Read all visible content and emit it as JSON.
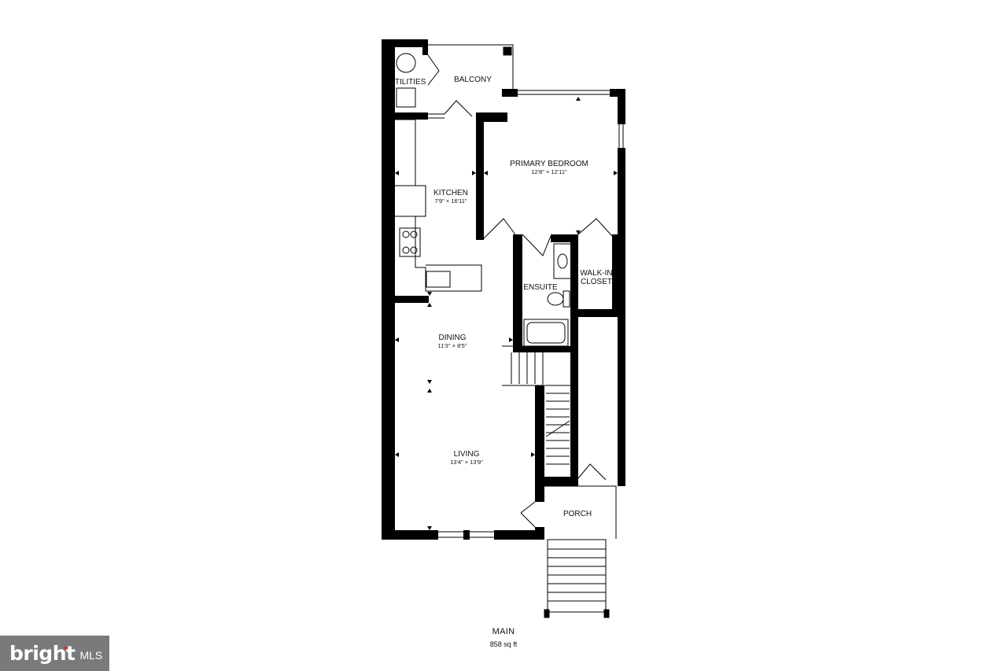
{
  "floor": {
    "name": "MAIN",
    "area": "858 sq ft"
  },
  "rooms": [
    {
      "id": "utilities",
      "name": "UTILITIES",
      "dims": ""
    },
    {
      "id": "balcony",
      "name": "BALCONY",
      "dims": ""
    },
    {
      "id": "primary-bedroom",
      "name": "PRIMARY BEDROOM",
      "dims": "12'8\" × 12'11\""
    },
    {
      "id": "kitchen",
      "name": "KITCHEN",
      "dims": "7'9\" × 16'11\""
    },
    {
      "id": "ensuite",
      "name": "ENSUITE",
      "dims": ""
    },
    {
      "id": "walk-in-closet",
      "name": "WALK-IN CLOSET",
      "name_lines": [
        "WALK-IN",
        "CLOSET"
      ],
      "dims": ""
    },
    {
      "id": "dining",
      "name": "DINING",
      "dims": "11'3\" × 8'5\""
    },
    {
      "id": "living",
      "name": "LIVING",
      "dims": "13'4\" × 13'9\""
    },
    {
      "id": "porch",
      "name": "PORCH",
      "dims": ""
    }
  ],
  "logo": {
    "word": "bright",
    "suffix": "MLS",
    "accent": "#e0322d",
    "background": "#7a7a7a"
  },
  "colors": {
    "wall": "#000000",
    "background": "#ffffff"
  }
}
